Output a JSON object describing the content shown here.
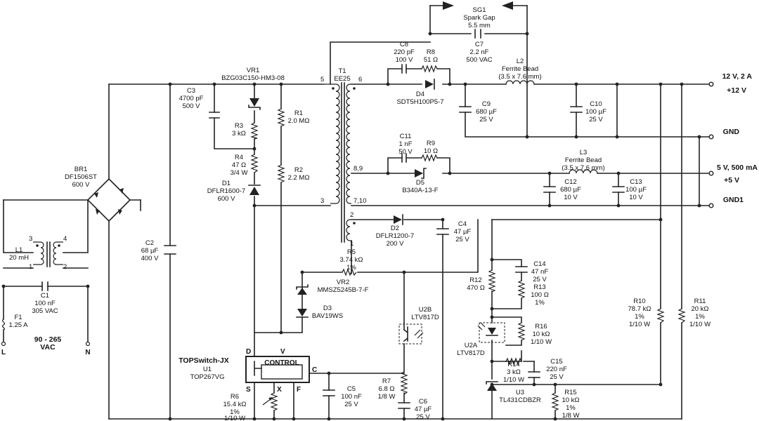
{
  "components": {
    "sg1": [
      "SG1",
      "Spark Gap",
      "5.5 mm"
    ],
    "c7": [
      "C7",
      "2.2 nF",
      "500 VAC"
    ],
    "c8": [
      "C8",
      "220 pF",
      "100 V"
    ],
    "r8": [
      "R8",
      "51 Ω"
    ],
    "l2": [
      "L2",
      "Ferrite Bead",
      "(3.5 x 7.6 mm)"
    ],
    "t1": [
      "T1",
      "EE25"
    ],
    "d4": [
      "D4",
      "SDT5H100P5-7"
    ],
    "c9": [
      "C9",
      "680 µF",
      "25 V"
    ],
    "c10": [
      "C10",
      "100 µF",
      "25 V"
    ],
    "vr1": [
      "VR1",
      "BZG03C150-HM3-08"
    ],
    "c3": [
      "C3",
      "4700 pF",
      "500 V"
    ],
    "r1": [
      "R1",
      "2.0 MΩ"
    ],
    "r3": [
      "R3",
      "3 kΩ"
    ],
    "r4": [
      "R4",
      "47 Ω",
      "3/4 W"
    ],
    "d1": [
      "D1",
      "DFLR1600-7",
      "600 V"
    ],
    "r2": [
      "R2",
      "2.2 MΩ"
    ],
    "c11": [
      "C11",
      "1 nF",
      "50 V"
    ],
    "r9": [
      "R9",
      "10 Ω"
    ],
    "l3": [
      "L3",
      "Ferrite Bead",
      "(3.5 x 7.6 mm)"
    ],
    "d5": [
      "D5",
      "B340A-13-F"
    ],
    "c12": [
      "C12",
      "680 µF",
      "10 V"
    ],
    "c13": [
      "C13",
      "100 µF",
      "10 V"
    ],
    "br1": [
      "BR1",
      "DF1506ST",
      "600 V"
    ],
    "c2": [
      "C2",
      "68 µF",
      "400 V"
    ],
    "l1": [
      "L1",
      "20 mH"
    ],
    "c1": [
      "C1",
      "100 nF",
      "305 VAC"
    ],
    "f1": [
      "F1",
      "1.25 A"
    ],
    "d2": [
      "D2",
      "DFLR1200-7",
      "200 V"
    ],
    "c4": [
      "C4",
      "47 µF",
      "25 V"
    ],
    "r5": [
      "R5",
      "3.74 kΩ",
      "1%"
    ],
    "vr2": [
      "VR2",
      "MMSZ5245B-7-F"
    ],
    "d3": [
      "D3",
      "BAV19WS"
    ],
    "u2b": [
      "U2B",
      "LTV817D"
    ],
    "u1": [
      "TOPSwitch-JX",
      "U1",
      "TOP267VG"
    ],
    "r6": [
      "R6",
      "15.4 kΩ",
      "1%",
      "1/10 W"
    ],
    "c5": [
      "C5",
      "100 nF",
      "25 V"
    ],
    "r7": [
      "R7",
      "6.8 Ω",
      "1/8 W"
    ],
    "c6": [
      "C6",
      "47 µF",
      "25 V"
    ],
    "c14": [
      "C14",
      "47 nF",
      "25 V"
    ],
    "r12": [
      "R12",
      "470 Ω"
    ],
    "r13": [
      "R13",
      "100 Ω",
      "1%"
    ],
    "r16": [
      "R16",
      "10 kΩ",
      "1/10 W"
    ],
    "u2a": [
      "U2A",
      "LTV817D"
    ],
    "r14": [
      "R14",
      "3 kΩ",
      "1/10 W"
    ],
    "c15": [
      "C15",
      "220 nF",
      "25 V"
    ],
    "u3": [
      "U3",
      "TL431CDBZR"
    ],
    "r15": [
      "R15",
      "10 kΩ",
      "1%",
      "1/8 W"
    ],
    "r10": [
      "R10",
      "78.7 kΩ",
      "1%",
      "1/10 W"
    ],
    "r11": [
      "R11",
      "20 kΩ",
      "1%",
      "1/10 W"
    ]
  },
  "outputs": {
    "out12": [
      "12 V, 2 A",
      "+12 V"
    ],
    "gnd": "GND",
    "out5": [
      "5 V, 500 mA",
      "+5 V"
    ],
    "gnd1": "GND1"
  },
  "input": {
    "range": [
      "90 - 265",
      "VAC"
    ],
    "line": "L",
    "neutral": "N"
  },
  "pins": {
    "t1_5": "5",
    "t1_6": "6",
    "t1_3": "3",
    "t1_89": "8,9",
    "t1_710": "7,10",
    "t1_2": "2",
    "t1_1": "1",
    "l1_3": "3",
    "l1_4": "4",
    "l1_1": "1",
    "l1_2": "2",
    "u1_d": "D",
    "u1_v": "V",
    "u1_c": "C",
    "u1_s": "S",
    "u1_x": "X",
    "u1_f": "F",
    "u1_control": "CONTROL"
  }
}
